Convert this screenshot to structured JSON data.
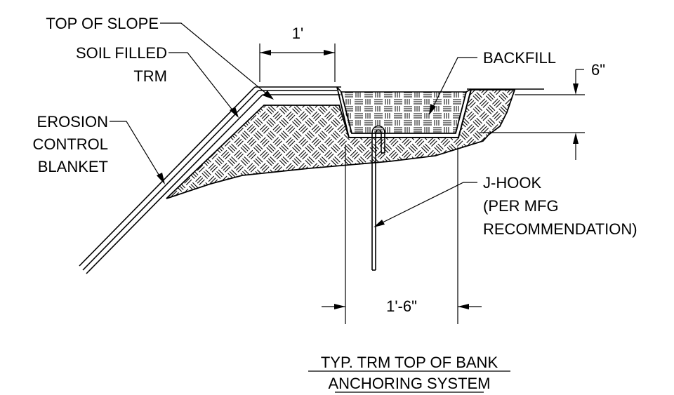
{
  "labels": {
    "top_of_slope": "TOP OF SLOPE",
    "soil_filled_1": "SOIL FILLED",
    "soil_filled_2": "TRM",
    "erosion_1": "EROSION",
    "erosion_2": "CONTROL",
    "erosion_3": "BLANKET",
    "backfill": "BACKFILL",
    "jhook_1": "J-HOOK",
    "jhook_2": "(PER MFG",
    "jhook_3": "RECOMMENDATION)"
  },
  "dimensions": {
    "one_foot": "1'",
    "six_inch": "6\"",
    "one_six": "1'-6\""
  },
  "title": {
    "line1": "TYP. TRM TOP OF BANK",
    "line2": "ANCHORING SYSTEM"
  }
}
